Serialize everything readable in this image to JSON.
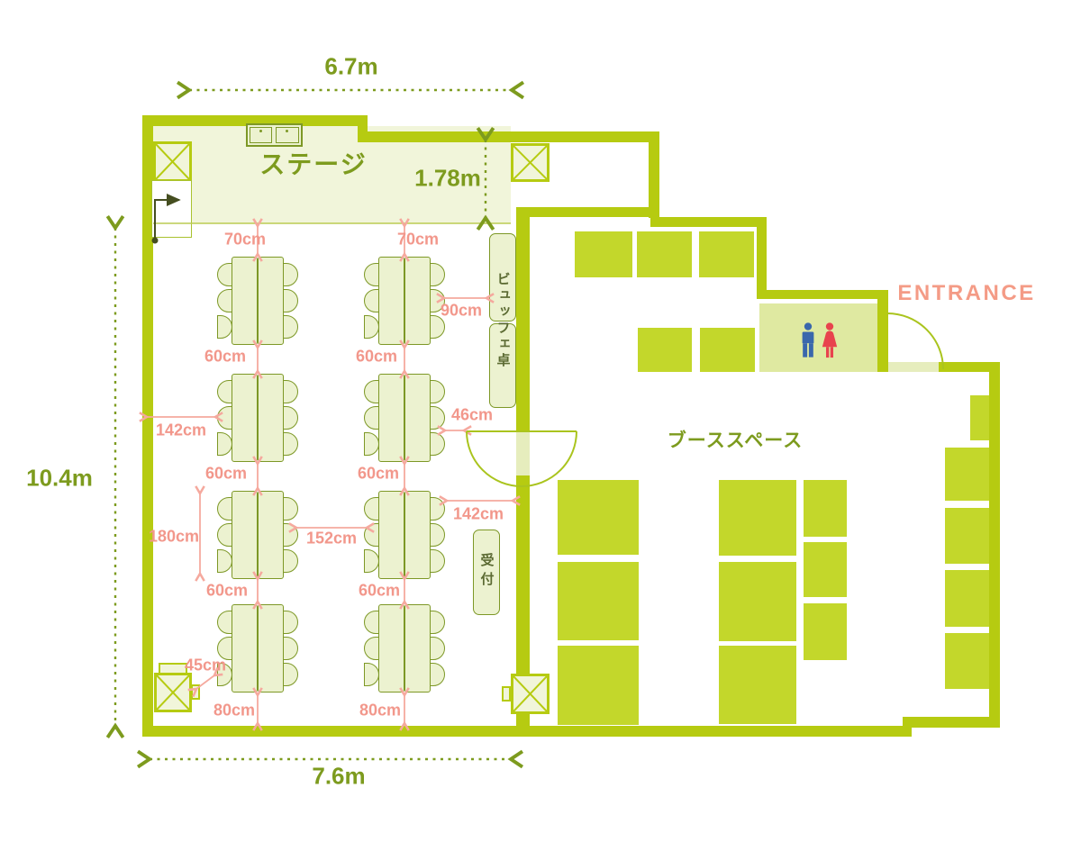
{
  "labels": {
    "stage": "ステージ",
    "booth_space": "ブーススペース",
    "entrance": "ENTRANCE",
    "buffet": "ビュッフェ卓",
    "reception": "受付"
  },
  "dimensions": {
    "top_width": "6.7m",
    "stage_depth": "1.78m",
    "left_height": "10.4m",
    "bottom_width": "7.6m"
  },
  "clearances": {
    "stage_to_table": "70cm",
    "row_gap": "60cm",
    "table_to_buffet": "90cm",
    "left_wall_to_table": "142cm",
    "table_length": "180cm",
    "between_columns": "152cm",
    "door_clearance": "46cm",
    "table_to_divider_wall": "142cm",
    "pillar_to_table": "45cm",
    "table_to_bottom_wall": "80cm"
  },
  "icons": {
    "male_restroom": "man-icon",
    "female_restroom": "woman-icon",
    "pillar": "pillar-x-icon",
    "sink": "sink-icon"
  },
  "colors": {
    "wall": "#b6cb11",
    "booth": "#c3d72b",
    "furniture_fill": "#ecf2d0",
    "furniture_border": "#7d9826",
    "stage_fill": "#f1f5da",
    "restroom_fill": "#dfe9a1",
    "green_text": "#7d9b1e",
    "pink_text": "#f2978b",
    "pink_line": "#f5a99e",
    "entrance_text": "#f49b86",
    "male_icon": "#3a67ac",
    "female_icon": "#e8434d"
  }
}
